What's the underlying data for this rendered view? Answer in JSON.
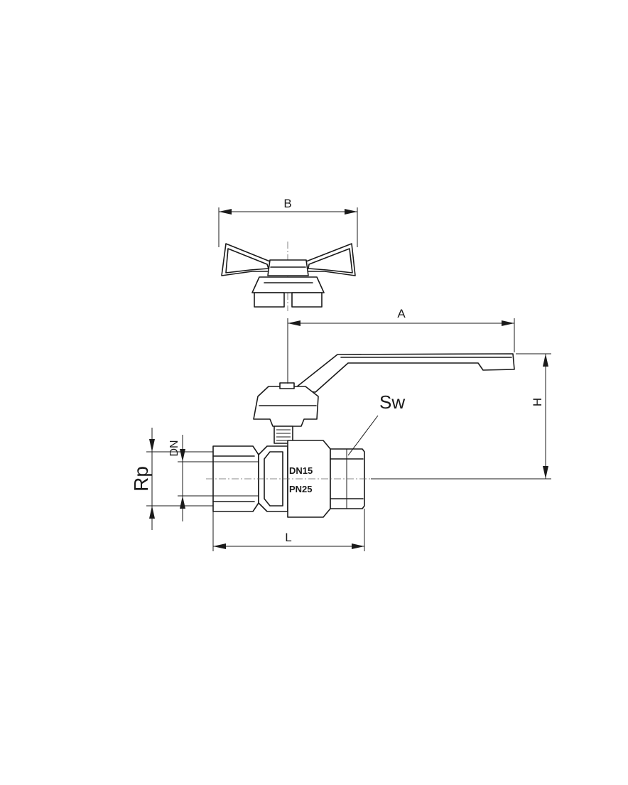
{
  "dimensions": {
    "width_label": "B",
    "handle_length_label": "A",
    "height_label": "H",
    "body_length_label": "L",
    "wrench_size_label": "Sw",
    "thread_label": "Rp",
    "bore_label": "DN"
  },
  "body_marking": {
    "line1": "DN15",
    "line2": "PN25"
  }
}
